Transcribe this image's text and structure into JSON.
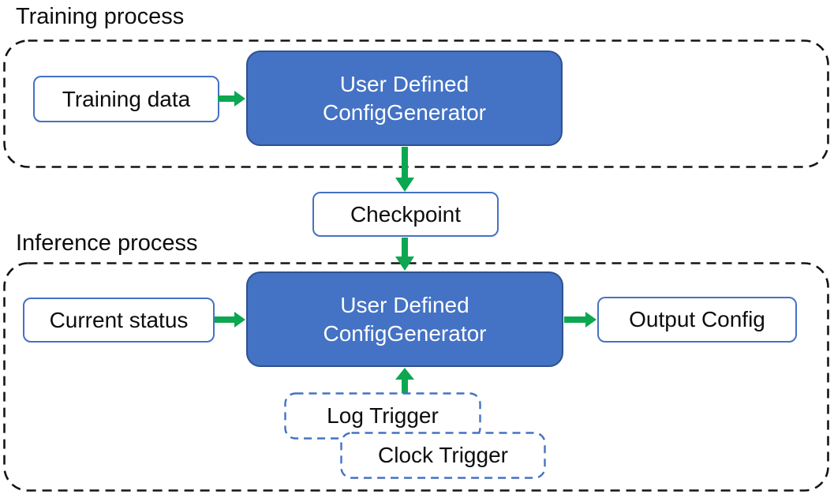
{
  "colors": {
    "node_blue": "#4472C4",
    "node_blue_border": "#2F528F",
    "box_border_blue": "#4472C4",
    "arrow_green": "#0CA750",
    "frame_black": "#141414"
  },
  "diagram": {
    "training": {
      "label": "Training process",
      "training_data": "Training data",
      "generator": {
        "line1": "User Defined",
        "line2": "ConfigGenerator"
      }
    },
    "checkpoint": {
      "label": "Checkpoint"
    },
    "inference": {
      "label": "Inference process",
      "current_status": "Current status",
      "generator": {
        "line1": "User Defined",
        "line2": "ConfigGenerator"
      },
      "output_config": "Output Config",
      "log_trigger": "Log Trigger",
      "clock_trigger": "Clock Trigger"
    }
  }
}
